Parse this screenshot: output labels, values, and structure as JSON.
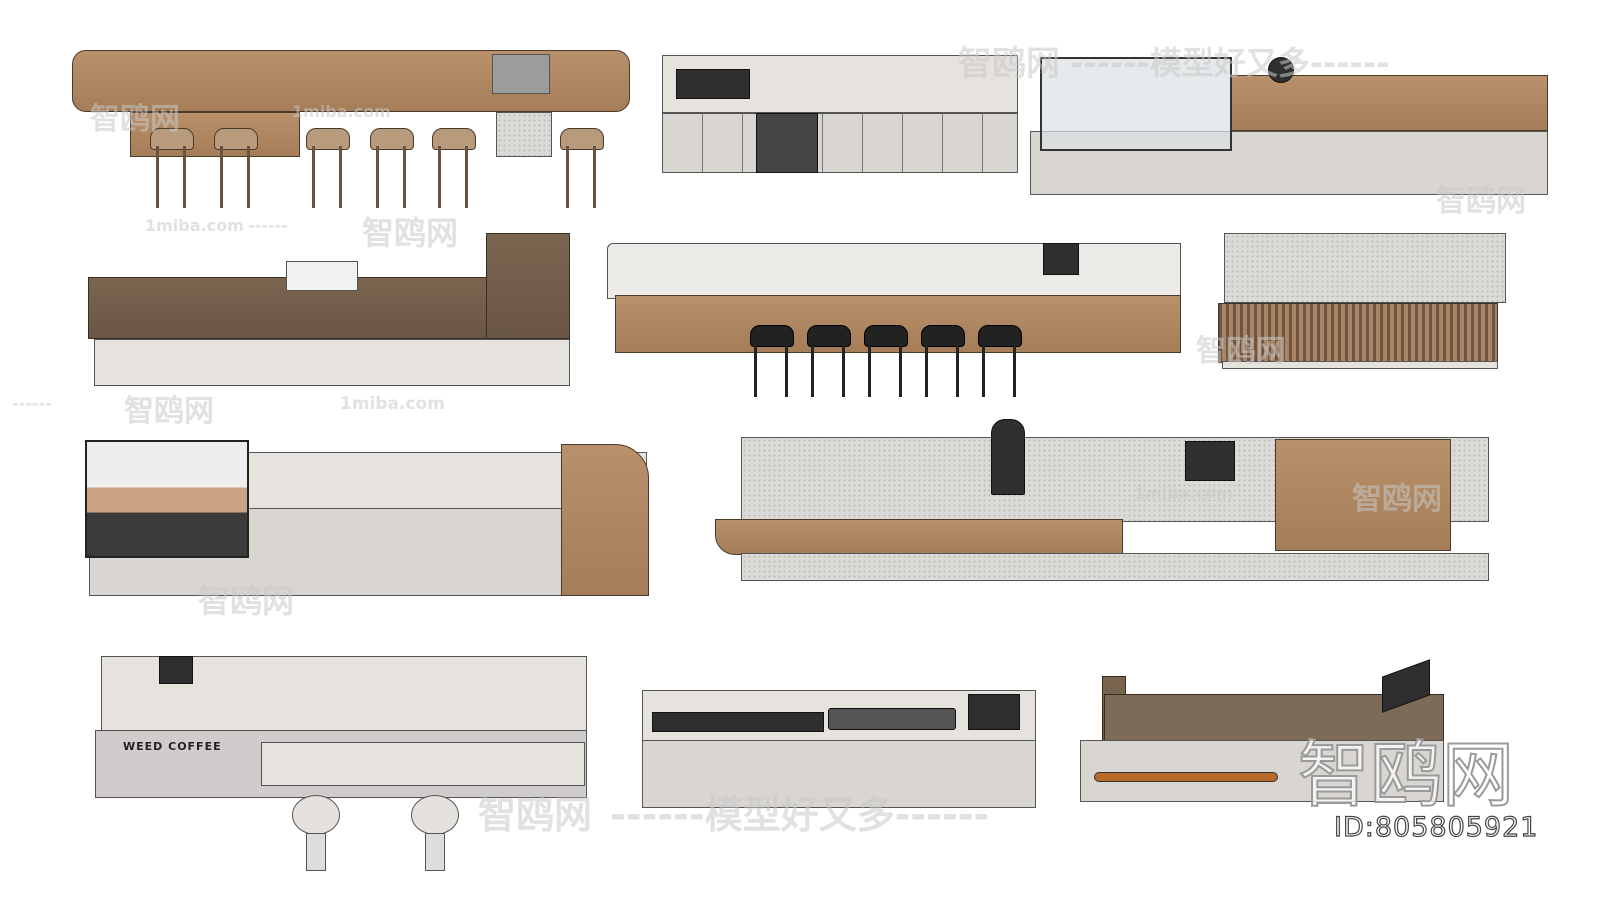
{
  "models": {
    "brand_text": "WEED COFFEE"
  },
  "watermarks": {
    "site_cn": "智鸥网",
    "slogan": "------模型好又多------",
    "site_url": "1miba.com",
    "dashes": "------",
    "id_label": "ID:805805921"
  },
  "colors": {
    "wood": "#b08864",
    "dark_wood": "#6f5a47",
    "stone_grey": "#d9d6d1",
    "outline": "#333333"
  }
}
